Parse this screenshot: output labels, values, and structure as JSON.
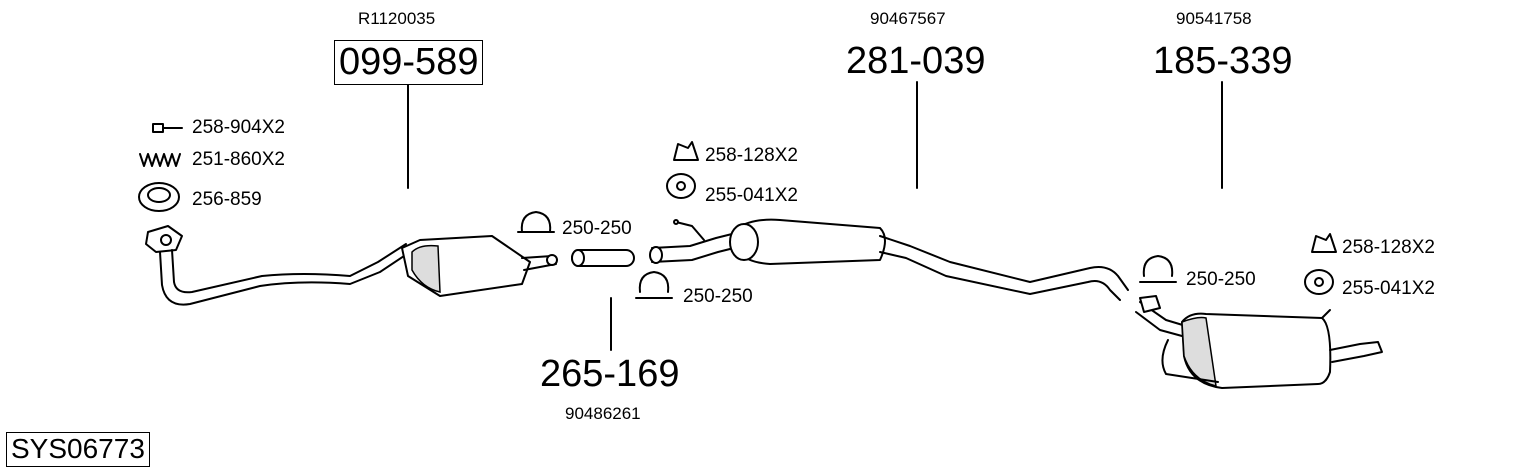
{
  "system_code": "SYS06773",
  "components": {
    "catalytic": {
      "oem": "R1120035",
      "part": "099-589"
    },
    "mid_silencer": {
      "oem": "90467567",
      "part": "281-039"
    },
    "rear_silencer": {
      "oem": "90541758",
      "part": "185-339"
    },
    "connector_pipe": {
      "oem": "90486261",
      "part": "265-169"
    }
  },
  "accessories": {
    "bolt": "258-904X2",
    "spring": "251-860X2",
    "gasket": "256-859",
    "clamp_a": "250-250",
    "clamp_b": "250-250",
    "hanger_mid": "258-128X2",
    "rubber_mid": "255-041X2",
    "clamp_rear": "250-250",
    "hanger_rear": "258-128X2",
    "rubber_rear": "255-041X2"
  }
}
